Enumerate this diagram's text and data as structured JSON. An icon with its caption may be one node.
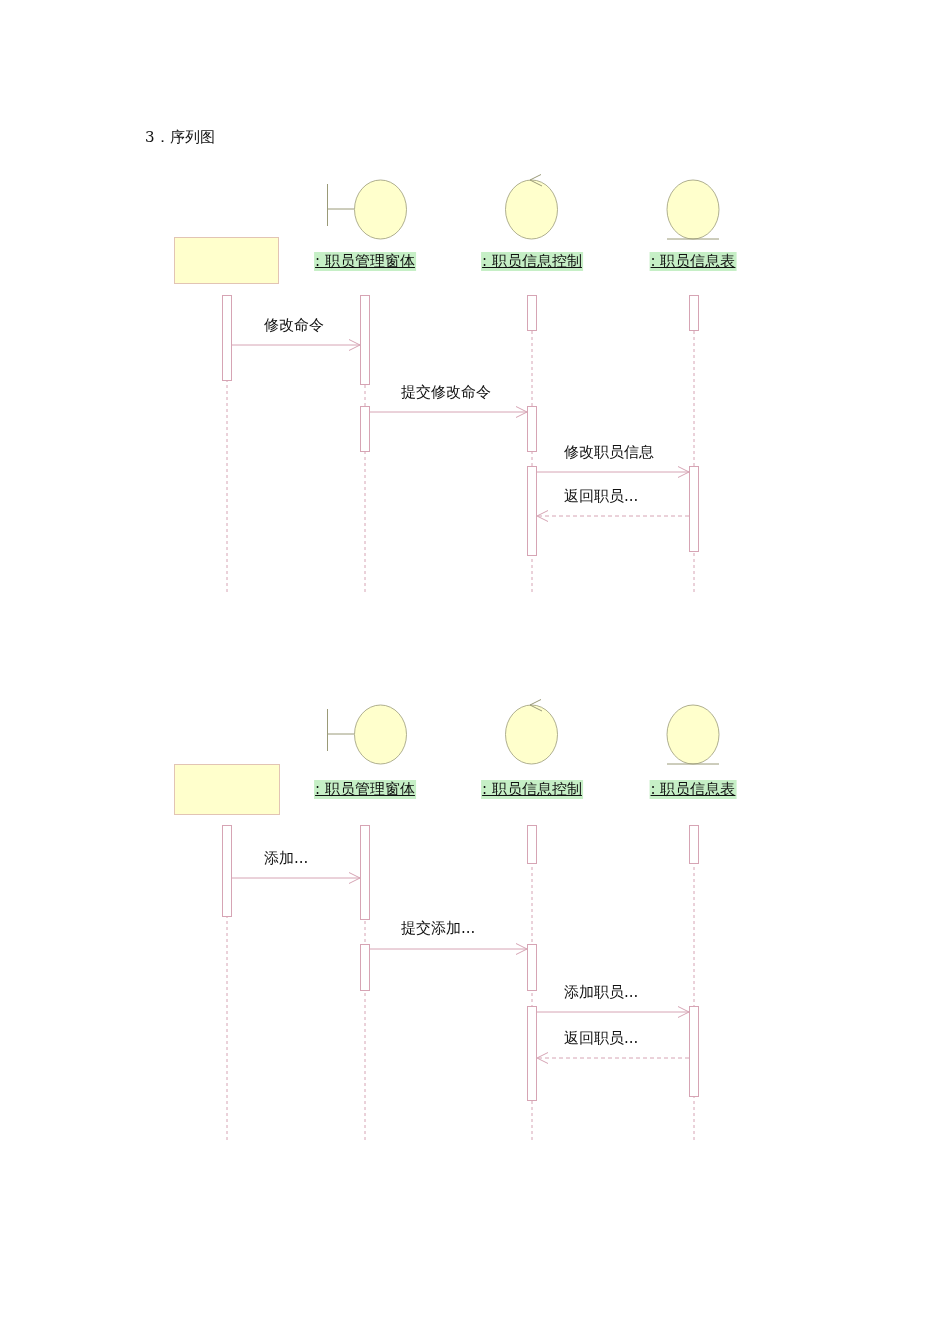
{
  "diagram": {
    "title": "3．序列图",
    "nodes": [
      {
        "text": [],
        "shape": "box"
      },
      {
        "text": [
          ": 职员管理窗体"
        ]
      },
      {
        "text": [
          ": 职员信息控制"
        ]
      },
      {
        "text": [
          ": 职员信息表"
        ]
      },
      {
        "text": [],
        "shape": "bar"
      },
      {
        "text": [],
        "shape": "bar"
      },
      {
        "text": [],
        "shape": "bar"
      },
      {
        "text": [],
        "shape": "bar"
      },
      {
        "text": [],
        "shape": "bar"
      },
      {
        "text": [],
        "shape": "bar"
      },
      {
        "text": [],
        "shape": "bar"
      },
      {
        "text": [],
        "shape": "bar"
      },
      {
        "text": [],
        "shape": "box"
      },
      {
        "text": [
          ": 职员管理窗体"
        ]
      },
      {
        "text": [
          ": 职员信息控制"
        ]
      },
      {
        "text": [
          ": 职员信息表"
        ]
      },
      {
        "text": [],
        "shape": "bar"
      },
      {
        "text": [],
        "shape": "bar"
      },
      {
        "text": [],
        "shape": "bar"
      },
      {
        "text": [],
        "shape": "bar"
      },
      {
        "text": [],
        "shape": "bar"
      },
      {
        "text": [],
        "shape": "bar"
      },
      {
        "text": [],
        "shape": "bar"
      },
      {
        "text": [],
        "shape": "bar"
      }
    ],
    "edges": [
      {
        "from": 4,
        "to": 5,
        "arrow": "to",
        "label": "修改命令"
      },
      {
        "from": 8,
        "to": 9,
        "arrow": "to",
        "label": "提交修改命令"
      },
      {
        "from": 10,
        "to": 11,
        "arrow": "to",
        "label": "修改职员信息"
      },
      {
        "from": 11,
        "to": 10,
        "arrow": "to",
        "label": "返回职员...",
        "style": "dashed"
      },
      {
        "from": 16,
        "to": 17,
        "arrow": "to",
        "label": "添加..."
      },
      {
        "from": 20,
        "to": 21,
        "arrow": "to",
        "label": "提交添加..."
      },
      {
        "from": 22,
        "to": 23,
        "arrow": "to",
        "label": "添加职员..."
      },
      {
        "from": 23,
        "to": 22,
        "arrow": "to",
        "label": "返回职员...",
        "style": "dashed"
      }
    ]
  }
}
